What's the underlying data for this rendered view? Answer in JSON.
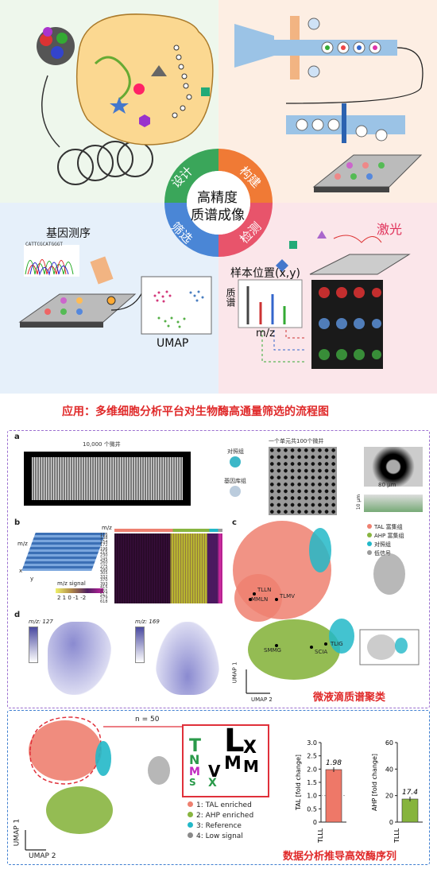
{
  "top": {
    "center_title": [
      "高精度",
      "质谱成像"
    ],
    "ring": [
      "设计",
      "构建",
      "检测",
      "筛选"
    ],
    "ring_colors": [
      "#3aa65a",
      "#f07a35",
      "#e8546b",
      "#4a86d6"
    ],
    "dna_seq": "CATTCGCATGGGT",
    "gene_seq_label": "基因测序",
    "laser_label": "激光",
    "sample_pos_label": "样本位置(x,y)",
    "mass_spec_label": "质谱",
    "mz_label": "m/z",
    "umap_label": "UMAP"
  },
  "caption": "应用：多维细胞分析平台对生物酶高通量筛选的流程图",
  "panel1": {
    "label_a": "a",
    "label_b": "b",
    "label_c": "c",
    "label_d": "d",
    "wells_label": "10,000 个微井",
    "unit_label": "一个单元共100个微井",
    "control_label": "对照组",
    "library_label": "基因库组",
    "um80": "80 μm",
    "um10": "10 μm",
    "mz_header": "m/z",
    "mz_values": [
      "116",
      "138",
      "154",
      "172",
      "196",
      "215",
      "230",
      "245",
      "260",
      "275",
      "290",
      "305",
      "332",
      "370",
      "393",
      "415",
      "455",
      "517",
      "579",
      "618"
    ],
    "axis_mz": "m/z",
    "axis_x": "x",
    "axis_y": "y",
    "signal_label": "m/z signal",
    "signal_ticks": "2  1  0 -1 -2",
    "legend": [
      "TAL 富集组",
      "AHP 富集组",
      "对照组",
      "低信号"
    ],
    "legend_colors": [
      "#ee8070",
      "#88b540",
      "#22b8c8",
      "#9a9a9a"
    ],
    "cluster_points": [
      "TLLN",
      "MMLN",
      "TLMV",
      "SMMG",
      "SCIA",
      "TLIG"
    ],
    "umap1": "UMAP 1",
    "umap2": "UMAP 2",
    "mz127": "m/z: 127",
    "mz169": "m/z: 169",
    "footer": "微液滴质谱聚类"
  },
  "panel2": {
    "n_label": "n = 50",
    "legend": [
      "1: TAL enriched",
      "2: AHP enriched",
      "3: Reference",
      "4: Low signal"
    ],
    "legend_colors": [
      "#ee8070",
      "#88b540",
      "#22b8c8",
      "#8a8a8a"
    ],
    "umap1": "UMAP 1",
    "umap2": "UMAP 2",
    "footer": "数据分析推导高效酶序列"
  },
  "chart_data": [
    {
      "type": "bar",
      "categories": [
        "TLLL"
      ],
      "values": [
        1.98
      ],
      "title": "",
      "xlabel": "",
      "ylabel": "TAL [fold change]",
      "ylim": [
        0,
        3
      ],
      "yticks": [
        "0",
        "0.5",
        "1.0",
        "1.5",
        "2.0",
        "2.5",
        "3.0"
      ],
      "data_label": "1.98",
      "bar_color": "#ee7868"
    },
    {
      "type": "bar",
      "categories": [
        "TLLL"
      ],
      "values": [
        17.4
      ],
      "title": "",
      "xlabel": "",
      "ylabel": "AHP [fold change]",
      "ylim": [
        0,
        60
      ],
      "yticks": [
        "0",
        "20",
        "40",
        "60"
      ],
      "data_label": "17.4",
      "bar_color": "#86b43c"
    }
  ]
}
